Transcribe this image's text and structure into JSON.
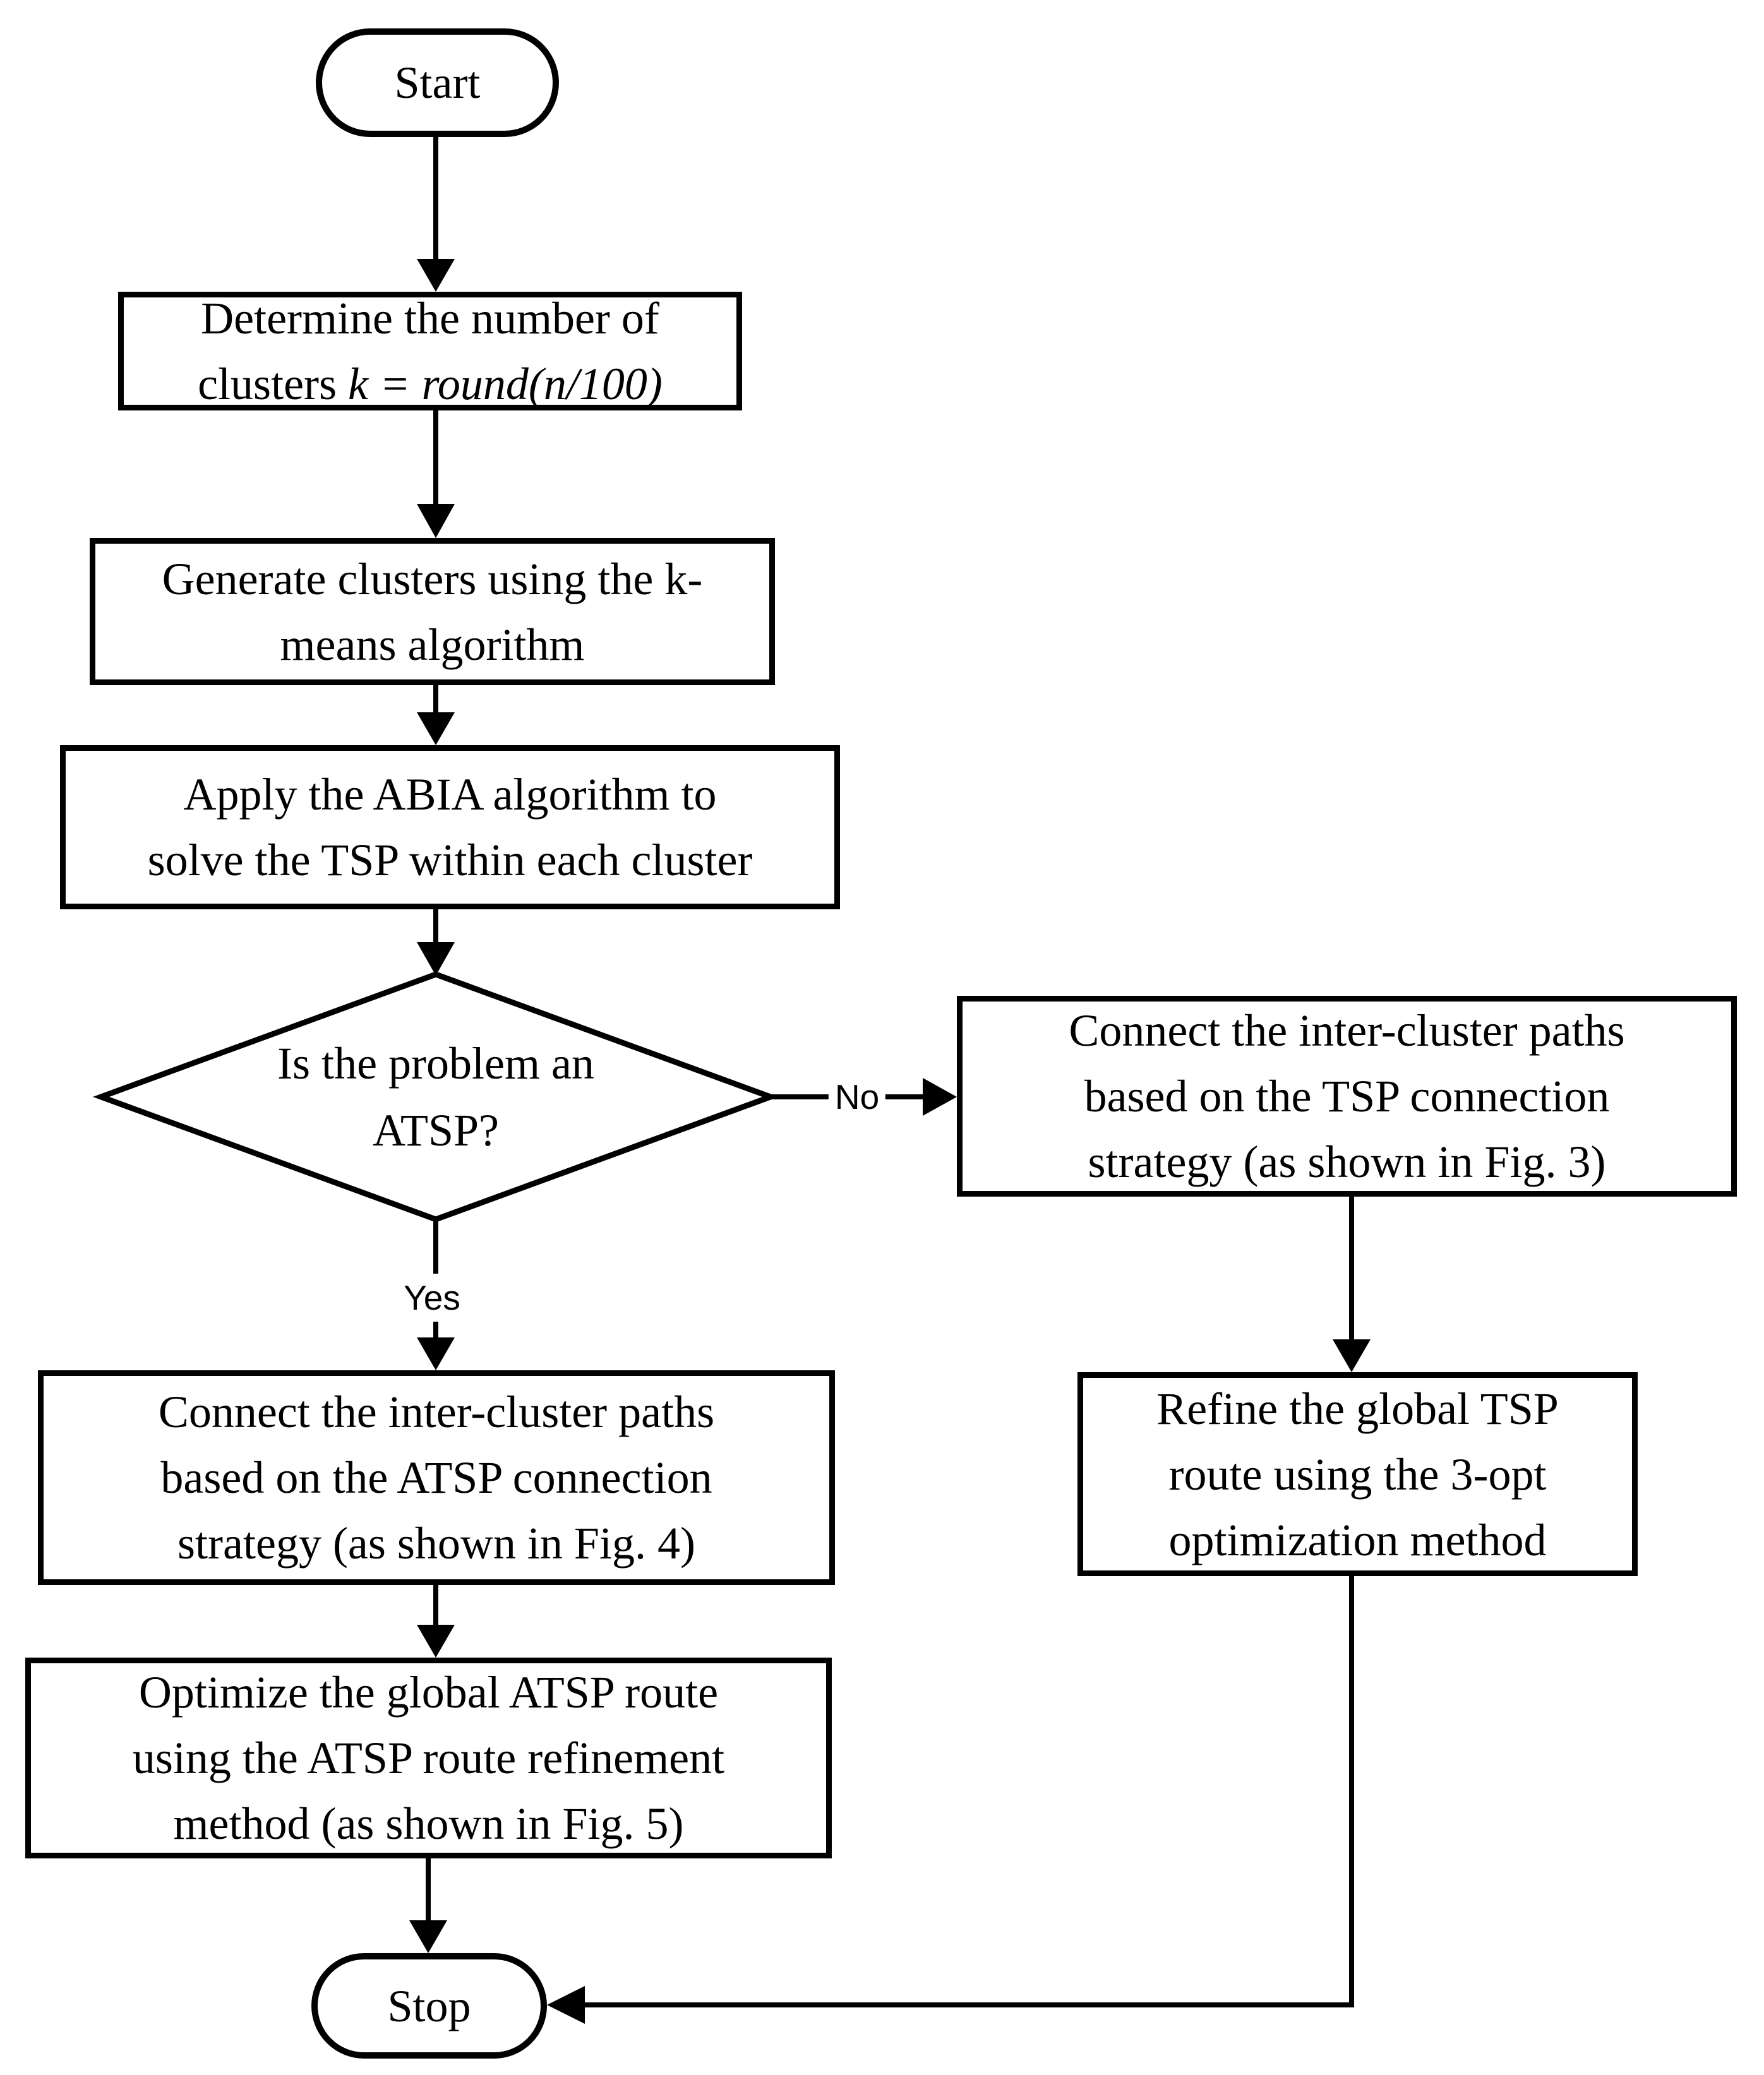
{
  "canvas": {
    "background": "#ffffff",
    "stroke_color": "#000000",
    "text_color": "#000000"
  },
  "nodes": {
    "start": {
      "type": "terminator",
      "label": "Start"
    },
    "determine": {
      "type": "process",
      "line1": "Determine the number of",
      "line2_text": "clusters ",
      "line2_formula": "k = round(n/100)"
    },
    "generate": {
      "type": "process",
      "lines": [
        "Generate clusters using the k-",
        "means algorithm"
      ]
    },
    "apply_abia": {
      "type": "process",
      "lines": [
        "Apply the ABIA algorithm to",
        "solve the TSP within each cluster"
      ]
    },
    "decision_atsp": {
      "type": "decision",
      "lines": [
        "Is the problem an",
        "ATSP?"
      ]
    },
    "connect_tsp": {
      "type": "process",
      "lines": [
        "Connect the inter-cluster paths",
        "based on the TSP connection",
        "strategy (as shown in Fig. 3)"
      ]
    },
    "refine_tsp": {
      "type": "process",
      "lines": [
        "Refine the global TSP",
        "route using the 3-opt",
        "optimization method"
      ]
    },
    "connect_atsp": {
      "type": "process",
      "lines": [
        "Connect the inter-cluster paths",
        "based on the ATSP connection",
        "strategy (as shown in Fig. 4)"
      ]
    },
    "optimize_atsp": {
      "type": "process",
      "lines": [
        "Optimize the global ATSP route",
        "using the ATSP route refinement",
        "method (as shown in Fig. 5)"
      ]
    },
    "stop": {
      "type": "terminator",
      "label": "Stop"
    }
  },
  "edge_labels": {
    "yes": "Yes",
    "no": "No"
  }
}
